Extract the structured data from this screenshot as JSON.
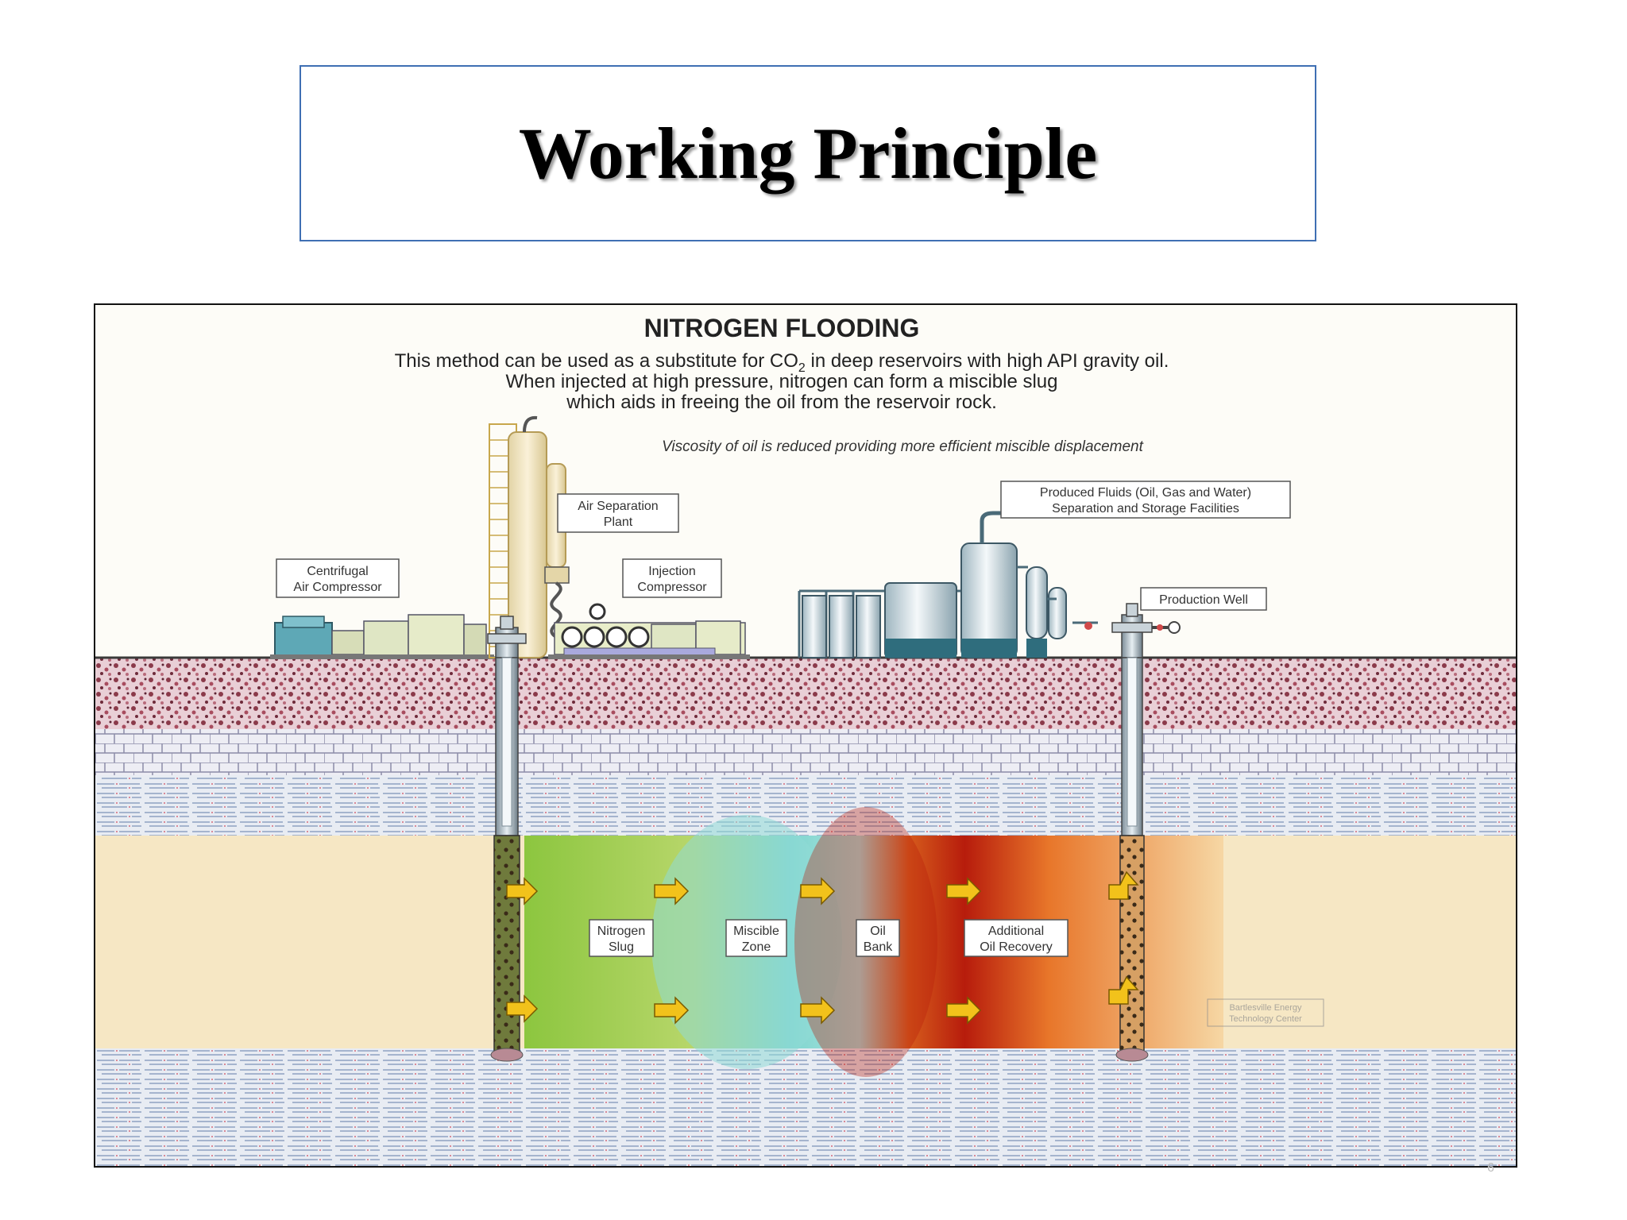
{
  "slide": {
    "title": "Working Principle",
    "page_number": "6"
  },
  "figure": {
    "heading": "NITROGEN FLOODING",
    "description": {
      "line1_before": "This method can be used as a substitute for CO",
      "line1_sub": "2",
      "line1_after": " in deep reservoirs with high API gravity oil.",
      "line2": "When injected at high pressure, nitrogen can form a miscible slug",
      "line3": "which aids in freeing the oil from the reservoir rock."
    },
    "note": "Viscosity of oil is reduced providing more efficient miscible displacement",
    "labels": {
      "compressor": [
        "Centrifugal",
        "Air Compressor"
      ],
      "air_separation": [
        "Air Separation",
        "Plant"
      ],
      "injection": [
        "Injection",
        "Compressor"
      ],
      "facilities": [
        "Produced Fluids (Oil, Gas and Water)",
        "Separation and Storage Facilities"
      ],
      "production_well": [
        "Production Well"
      ]
    },
    "zones": [
      {
        "lines": [
          "Nitrogen",
          "Slug"
        ]
      },
      {
        "lines": [
          "Miscible",
          "Zone"
        ]
      },
      {
        "lines": [
          "Oil",
          "Bank"
        ]
      },
      {
        "lines": [
          "Additional",
          "Oil Recovery"
        ]
      }
    ],
    "credit": [
      "Bartlesville Energy",
      "Technology Center"
    ],
    "colors": {
      "nitrogen_slug": "#8cc63f",
      "miscible_zone": "#7fd6d0",
      "oil_bank": "#b71c0c",
      "additional_recovery": "#f3b070",
      "reservoir": "#f6e7c4",
      "topsoil": "#8b3a4a",
      "arrow": "#f2c21b"
    }
  }
}
